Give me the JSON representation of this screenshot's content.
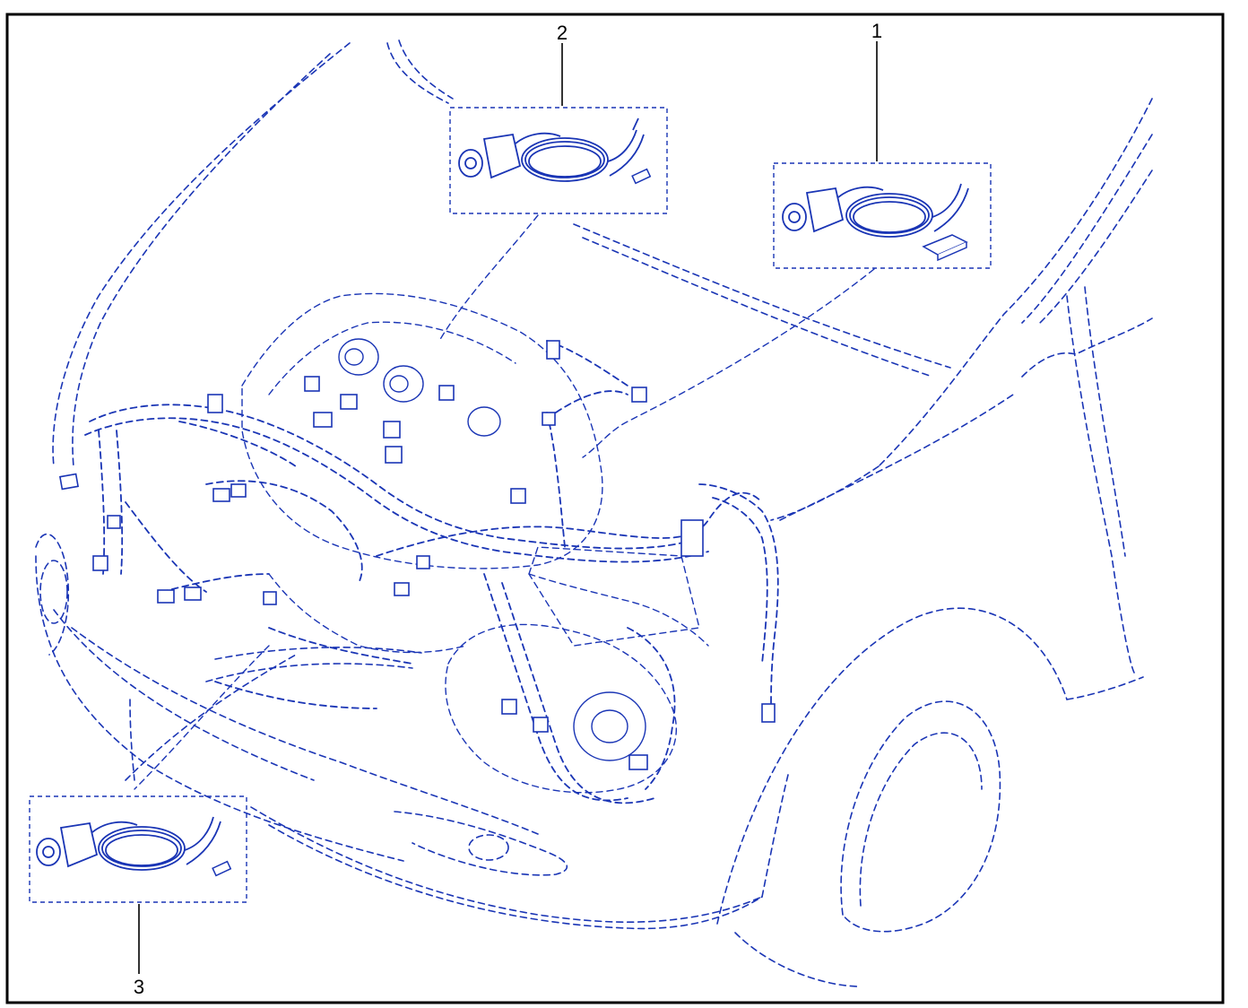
{
  "colors": {
    "line": "#1a35b5",
    "frame": "#000000",
    "background": "#ffffff"
  },
  "callouts": [
    {
      "label": "1"
    },
    {
      "label": "2"
    },
    {
      "label": "3"
    }
  ]
}
